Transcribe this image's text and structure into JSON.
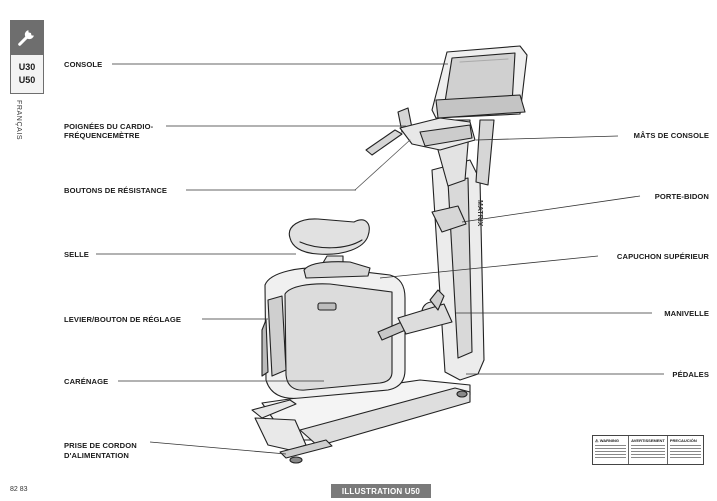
{
  "sidebar": {
    "tool_icon": "wrench-icon",
    "models": [
      "U30",
      "U50"
    ],
    "language": "FRANÇAIS"
  },
  "labels": {
    "console": "CONSOLE",
    "poignees_1": "POIGNÉES DU CARDIO-",
    "poignees_2": "FRÉQUENCEMÈTRE",
    "boutons": "BOUTONS DE RÉSISTANCE",
    "selle": "SELLE",
    "levier": "LEVIER/BOUTON DE RÉGLAGE",
    "carenage": "CARÉNAGE",
    "prise_1": "PRISE DE CORDON",
    "prise_2": "D'ALIMENTATION",
    "mats": "MÂTS DE CONSOLE",
    "porte_bidon": "PORTE-BIDON",
    "capuchon": "CAPUCHON SUPÉRIEUR",
    "manivelle": "MANIVELLE",
    "pedales": "PÉDALES"
  },
  "brand_text": "MATRIX",
  "warning_label": {
    "col1": "⚠ WARNING",
    "col2": "AVERTISSEMENT",
    "col3": "PRECAUCIÓN"
  },
  "footer": {
    "page_number": "82 83",
    "title": "ILLUSTRATION U50"
  }
}
